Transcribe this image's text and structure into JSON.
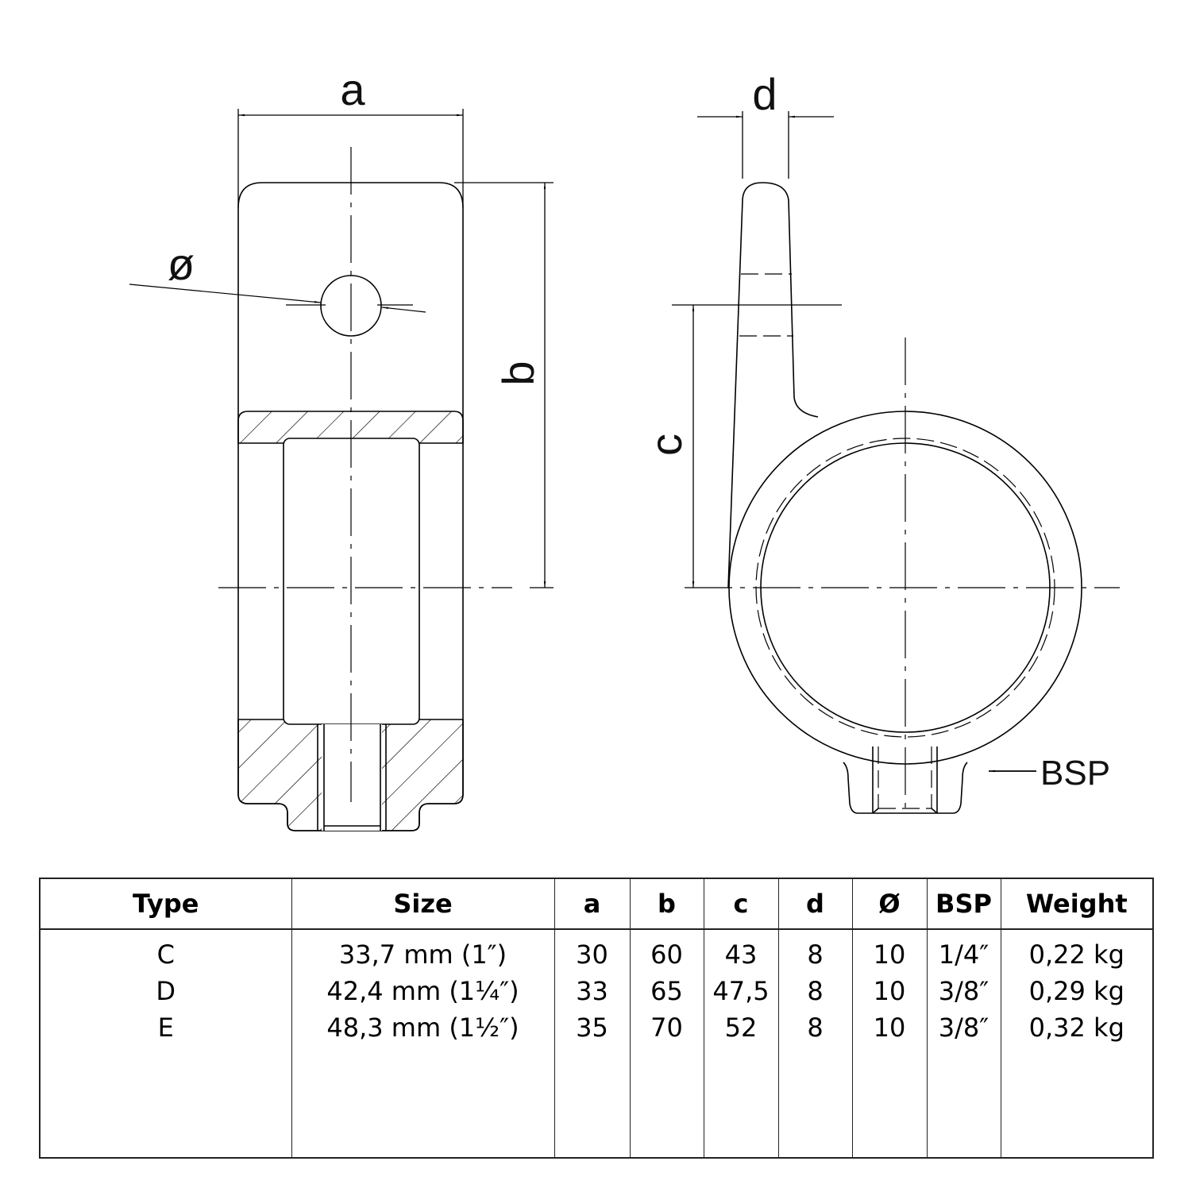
{
  "drawing": {
    "labels": {
      "a": "a",
      "b": "b",
      "c": "c",
      "d": "d",
      "diameter": "ø",
      "bsp": "BSP"
    },
    "line_color": "#000000"
  },
  "table": {
    "headers": [
      "Type",
      "Size",
      "a",
      "b",
      "c",
      "d",
      "Ø",
      "BSP",
      "Weight"
    ],
    "rows": [
      {
        "type": "C",
        "size": "33,7 mm (1″)",
        "a": "30",
        "b": "60",
        "c": "43",
        "d": "8",
        "dia": "10",
        "bsp": "1/4″",
        "weight": "0,22 kg"
      },
      {
        "type": "D",
        "size": "42,4 mm (1¼″)",
        "a": "33",
        "b": "65",
        "c": "47,5",
        "d": "8",
        "dia": "10",
        "bsp": "3/8″",
        "weight": "0,29 kg"
      },
      {
        "type": "E",
        "size": "48,3 mm (1½″)",
        "a": "35",
        "b": "70",
        "c": "52",
        "d": "8",
        "dia": "10",
        "bsp": "3/8″",
        "weight": "0,32 kg"
      }
    ]
  }
}
